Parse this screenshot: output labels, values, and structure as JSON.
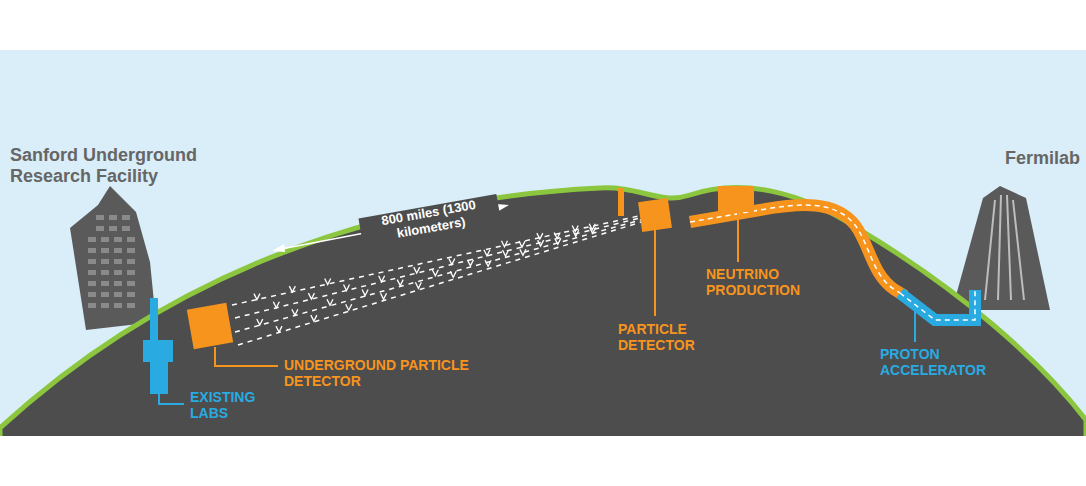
{
  "diagram": {
    "labels": [
      "Sanford Underground Research Facility",
      "Fermilab",
      "800 miles (1300 kilometers)",
      "UNDERGROUND PARTICLE DETECTOR",
      "EXISTING LABS",
      "PARTICLE DETECTOR",
      "NEUTRINO PRODUCTION",
      "PROTON ACCELERATOR"
    ]
  }
}
